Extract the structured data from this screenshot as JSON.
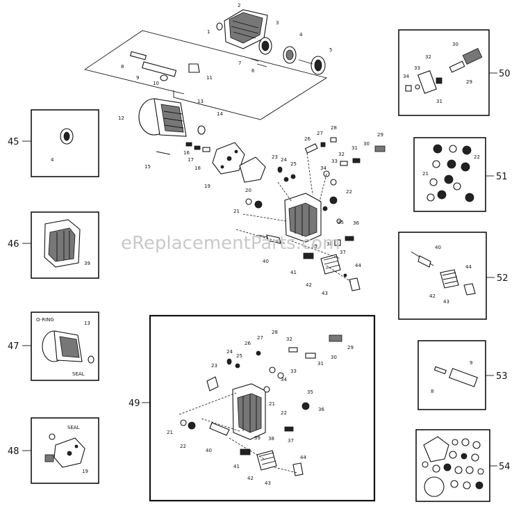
{
  "watermark": "eReplacementParts.com",
  "main_diagram_labels": [
    "1",
    "2",
    "3",
    "4",
    "5",
    "6",
    "7",
    "8",
    "9",
    "10",
    "11",
    "12",
    "13",
    "14",
    "15",
    "16",
    "17",
    "18",
    "19",
    "20",
    "21",
    "22",
    "23",
    "24",
    "25",
    "26",
    "27",
    "28",
    "29",
    "30",
    "31",
    "32",
    "33",
    "34",
    "35",
    "36",
    "37",
    "38",
    "39",
    "40",
    "41",
    "42",
    "43",
    "44"
  ],
  "kits": {
    "k45": {
      "callout": "45",
      "labels": [
        "4"
      ]
    },
    "k46": {
      "callout": "46",
      "labels": [
        "39"
      ]
    },
    "k47": {
      "callout": "47",
      "labels": [
        "O-RING",
        "13",
        "SEAL"
      ]
    },
    "k48": {
      "callout": "48",
      "labels": [
        "SEAL",
        "19"
      ]
    },
    "k49": {
      "callout": "49",
      "labels": [
        "21",
        "22",
        "23",
        "24",
        "25",
        "26",
        "27",
        "28",
        "29",
        "30",
        "31",
        "32",
        "33",
        "34",
        "35",
        "36",
        "37",
        "38",
        "39",
        "40",
        "41",
        "42",
        "43",
        "44",
        "21",
        "22"
      ]
    },
    "k50": {
      "callout": "50",
      "labels": [
        "30",
        "32",
        "33",
        "34",
        "29",
        "31"
      ]
    },
    "k51": {
      "callout": "51",
      "labels": [
        "22",
        "21"
      ]
    },
    "k52": {
      "callout": "52",
      "labels": [
        "40",
        "44",
        "42",
        "43"
      ]
    },
    "k53": {
      "callout": "53",
      "labels": [
        "9",
        "8"
      ]
    },
    "k54": {
      "callout": "54",
      "labels": []
    }
  }
}
